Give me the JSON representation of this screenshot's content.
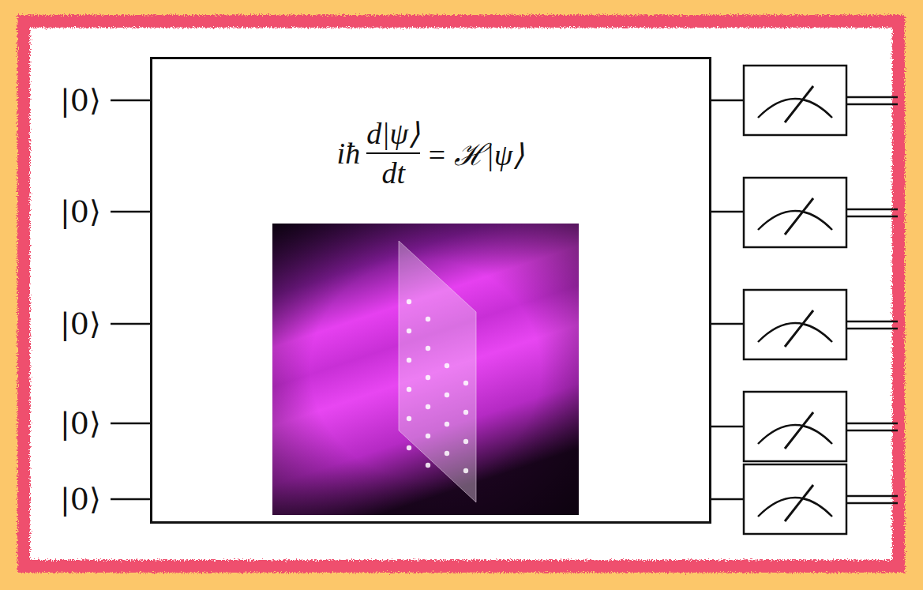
{
  "diagram": {
    "nodes": [
      {
        "text": [
          "iħ",
          "d|ψ⟩",
          "dt",
          "= ℋ|ψ⟩"
        ]
      }
    ],
    "labels": [
      "|0⟩",
      "|0⟩",
      "|0⟩",
      "|0⟩",
      "|0⟩"
    ]
  }
}
